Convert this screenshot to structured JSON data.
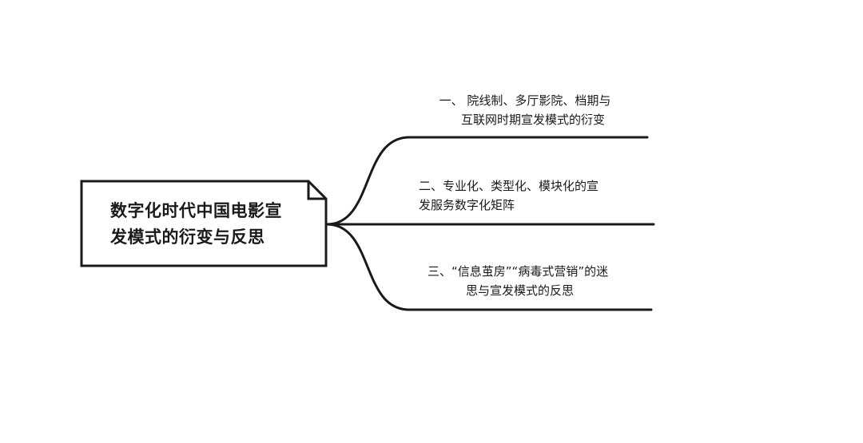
{
  "root": {
    "title_line1": "数字化时代中国电影宣",
    "title_line2": "发模式的衍变与反思"
  },
  "branches": [
    {
      "line1": "一、 院线制、多厅影院、档期与",
      "line2": "互联网时期宣发模式的衍变"
    },
    {
      "line1": "二、专业化、类型化、模块化的宣",
      "line2": "发服务数字化矩阵"
    },
    {
      "line1": "三、“信息茧房”“病毒式营销”的迷",
      "line2": "思与宣发模式的反思"
    }
  ],
  "colors": {
    "stroke": "#1a1a1a",
    "background": "#ffffff"
  }
}
